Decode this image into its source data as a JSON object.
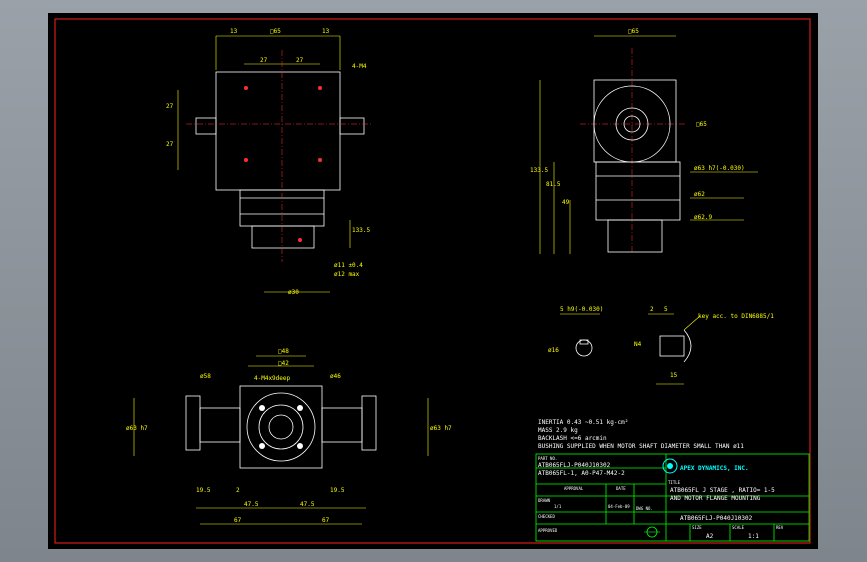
{
  "dims": {
    "left_view": [
      "13",
      "□65",
      "13",
      "27",
      "27",
      "4-M4",
      "27",
      "27",
      "ø11 ±0.4",
      "ø12 max",
      "ø30",
      "133.5"
    ],
    "right_view": [
      "□65",
      "ø63 h7(-0.030)",
      "ø62",
      "ø62.9",
      "133.5",
      "81.5",
      "49",
      "□65"
    ],
    "flange_view": [
      "□48",
      "□42",
      "4-M4x9deep",
      "ø58",
      "ø46",
      "19.5",
      "2",
      "47.5",
      "47.5",
      "67",
      "67",
      "19.5",
      "ø63 h7",
      "ø63 h7"
    ],
    "detail": [
      "5 h9(-0.030)",
      "2",
      "5",
      "key acc. to DIN6885/1",
      "N4",
      "15",
      "ø16"
    ]
  },
  "notes": [
    "INERTIA  0.43 ~0.51  kg-cm²",
    "MASS  2.9  kg",
    "BACKLASH  <=6 arcmin",
    "BUSHING SUPPLIED WHEN MOTOR SHAFT DIAMETER SMALL THAN ø11"
  ],
  "title_block": {
    "part_no_label": "PART NO.",
    "part_no_1": "ATB065FLJ-P040J10302",
    "part_no_2": "ATB065FL-1, A0-P47-M42-2",
    "approval_label": "APPROVAL",
    "date_label": "DATE",
    "drawn_label": "DRAWN",
    "drawn_value": "1/1",
    "date_value": "04-Feb-09",
    "checked_label": "CHECKED",
    "approved_label": "APPROVED",
    "title_label": "TITLE",
    "company": "APEX DYNAMICS, INC.",
    "title_1": "ATB065FL J STAGE , RATIO= 1-5",
    "title_2": "AND MOTOR FLANGE MOUNTING",
    "dwg_no_label": "DWG NO.",
    "dwg_no": "ATB065FLJ-P040J10302",
    "size_label": "SIZE",
    "size_value": "A2",
    "scale_label": "SCALE",
    "scale_value": "1:1",
    "rev_label": "REV"
  }
}
